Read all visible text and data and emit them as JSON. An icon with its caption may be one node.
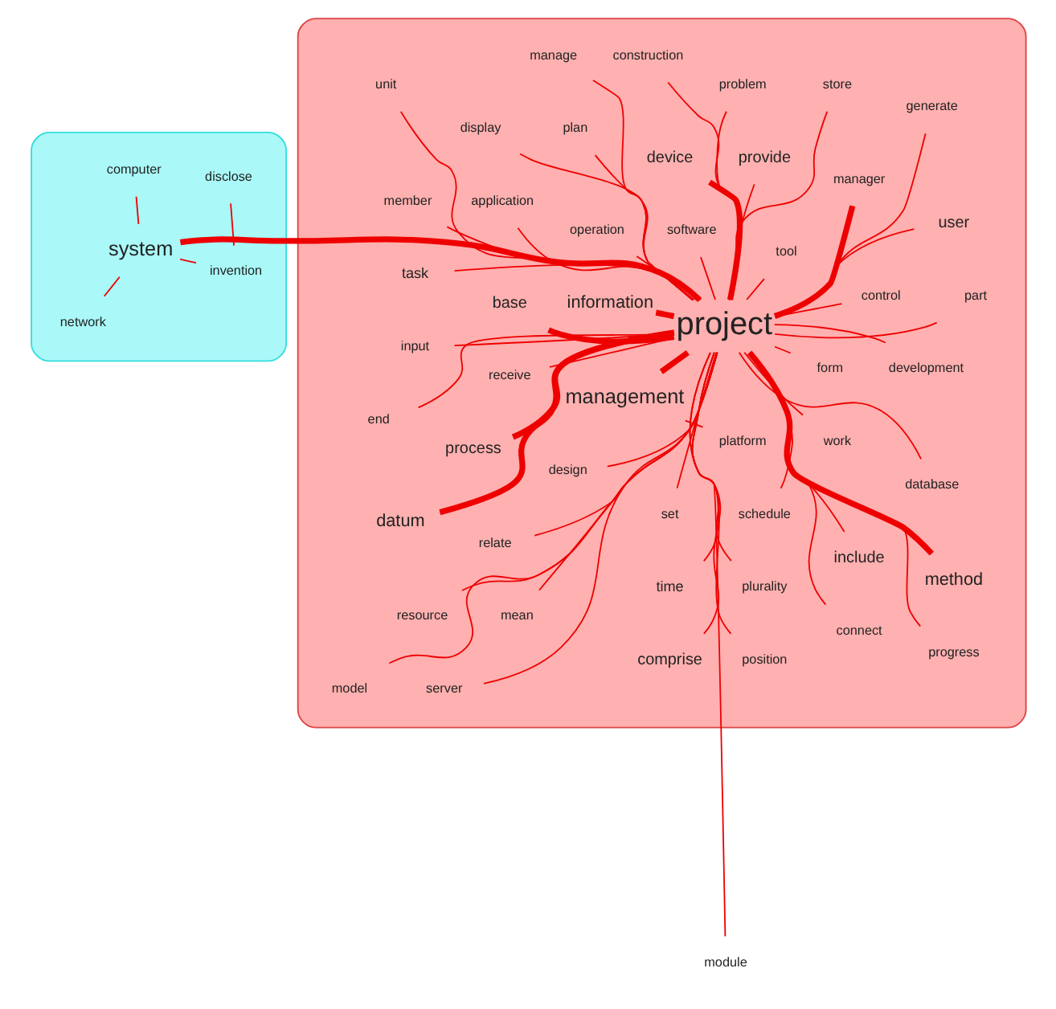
{
  "diagram": {
    "nodes": [
      {
        "text": [],
        "shape": "cloud"
      },
      {
        "text": [
          "disclose"
        ],
        "in": 0
      },
      {
        "text": [
          "invention"
        ],
        "in": 0
      },
      {
        "text": [
          "module"
        ]
      },
      {
        "text": [
          "computer"
        ],
        "in": 0
      },
      {
        "text": [
          "system"
        ],
        "in": 0
      },
      {
        "text": [
          "network"
        ],
        "in": 0
      },
      {
        "text": [],
        "shape": "cloud"
      },
      {
        "text": [
          "platform"
        ],
        "in": 7
      },
      {
        "text": [
          "management"
        ],
        "in": 7
      },
      {
        "text": [
          "design"
        ],
        "in": 7
      },
      {
        "text": [
          "tool"
        ],
        "in": 7
      },
      {
        "text": [
          "software"
        ],
        "in": 7
      },
      {
        "text": [
          "operation"
        ],
        "in": 7
      },
      {
        "text": [
          "set"
        ],
        "in": 7
      },
      {
        "text": [
          "schedule"
        ],
        "in": 7
      },
      {
        "text": [
          "form"
        ],
        "in": 7
      },
      {
        "text": [
          "base"
        ],
        "in": 7
      },
      {
        "text": [
          "receive"
        ],
        "in": 7
      },
      {
        "text": [
          "work"
        ],
        "in": 7
      },
      {
        "text": [
          "application"
        ],
        "in": 7
      },
      {
        "text": [
          "relate"
        ],
        "in": 7
      },
      {
        "text": [
          "information"
        ],
        "in": 7
      },
      {
        "text": [
          "include"
        ],
        "in": 7
      },
      {
        "text": [
          "manager"
        ],
        "in": 7
      },
      {
        "text": [
          "process"
        ],
        "in": 7
      },
      {
        "text": [
          "control"
        ],
        "in": 7
      },
      {
        "text": [
          "provide"
        ],
        "in": 7
      },
      {
        "text": [
          "device"
        ],
        "in": 7
      },
      {
        "text": [
          "time"
        ],
        "in": 7
      },
      {
        "text": [
          "plurality"
        ],
        "in": 7
      },
      {
        "text": [
          "project"
        ],
        "in": 7
      },
      {
        "text": [
          "plan"
        ],
        "in": 7
      },
      {
        "text": [
          "display"
        ],
        "in": 7
      },
      {
        "text": [
          "resource"
        ],
        "in": 7
      },
      {
        "text": [
          "mean"
        ],
        "in": 7
      },
      {
        "text": [
          "development"
        ],
        "in": 7
      },
      {
        "text": [
          "task"
        ],
        "in": 7
      },
      {
        "text": [
          "input"
        ],
        "in": 7
      },
      {
        "text": [
          "connect"
        ],
        "in": 7
      },
      {
        "text": [
          "database"
        ],
        "in": 7
      },
      {
        "text": [
          "generate"
        ],
        "in": 7
      },
      {
        "text": [
          "member"
        ],
        "in": 7
      },
      {
        "text": [
          "datum"
        ],
        "in": 7
      },
      {
        "text": [
          "progress"
        ],
        "in": 7
      },
      {
        "text": [
          "method"
        ],
        "in": 7
      },
      {
        "text": [
          "user"
        ],
        "in": 7
      },
      {
        "text": [
          "store"
        ],
        "in": 7
      },
      {
        "text": [
          "problem"
        ],
        "in": 7
      },
      {
        "text": [
          "unit"
        ],
        "in": 7
      },
      {
        "text": [
          "comprise"
        ],
        "in": 7
      },
      {
        "text": [
          "position"
        ],
        "in": 7
      },
      {
        "text": [
          "end"
        ],
        "in": 7
      },
      {
        "text": [
          "part"
        ],
        "in": 7
      },
      {
        "text": [
          "construction"
        ],
        "in": 7
      },
      {
        "text": [
          "manage"
        ],
        "in": 7
      },
      {
        "text": [
          "model"
        ],
        "in": 7
      },
      {
        "text": [
          "server"
        ],
        "in": 7
      }
    ],
    "edges": [
      {
        "from": 1,
        "to": 2,
        "arrow": "none"
      },
      {
        "from": 2,
        "to": 5,
        "arrow": "none"
      },
      {
        "from": 5,
        "to": 4,
        "arrow": "none"
      },
      {
        "from": 5,
        "to": 6,
        "arrow": "none"
      },
      {
        "from": 8,
        "to": 9,
        "arrow": "none"
      },
      {
        "from": 31,
        "to": 9,
        "arrow": "none",
        "style": "thick"
      },
      {
        "from": 31,
        "to": 5,
        "arrow": "none",
        "style": "thick"
      },
      {
        "from": 31,
        "to": 3,
        "arrow": "none"
      },
      {
        "from": 31,
        "to": 10,
        "arrow": "none"
      },
      {
        "from": 31,
        "to": 11,
        "arrow": "none"
      },
      {
        "from": 31,
        "to": 12,
        "arrow": "none"
      },
      {
        "from": 31,
        "to": 13,
        "arrow": "none"
      },
      {
        "from": 31,
        "to": 14,
        "arrow": "none"
      },
      {
        "from": 31,
        "to": 15,
        "arrow": "none"
      },
      {
        "from": 31,
        "to": 16,
        "arrow": "none"
      },
      {
        "from": 31,
        "to": 17,
        "arrow": "none",
        "style": "thick"
      },
      {
        "from": 31,
        "to": 18,
        "arrow": "none"
      },
      {
        "from": 31,
        "to": 19,
        "arrow": "none"
      },
      {
        "from": 31,
        "to": 20,
        "arrow": "none"
      },
      {
        "from": 31,
        "to": 21,
        "arrow": "none"
      },
      {
        "from": 31,
        "to": 22,
        "arrow": "none",
        "style": "thick"
      },
      {
        "from": 31,
        "to": 23,
        "arrow": "none"
      },
      {
        "from": 31,
        "to": 24,
        "arrow": "none",
        "style": "thick"
      },
      {
        "from": 31,
        "to": 25,
        "arrow": "none",
        "style": "thick"
      },
      {
        "from": 31,
        "to": 26,
        "arrow": "none"
      },
      {
        "from": 31,
        "to": 27,
        "arrow": "none"
      },
      {
        "from": 31,
        "to": 28,
        "arrow": "none",
        "style": "thick"
      },
      {
        "from": 31,
        "to": 29,
        "arrow": "none"
      },
      {
        "from": 31,
        "to": 30,
        "arrow": "none"
      },
      {
        "from": 31,
        "to": 32,
        "arrow": "none"
      },
      {
        "from": 31,
        "to": 33,
        "arrow": "none"
      },
      {
        "from": 31,
        "to": 34,
        "arrow": "none"
      },
      {
        "from": 31,
        "to": 35,
        "arrow": "none"
      },
      {
        "from": 31,
        "to": 36,
        "arrow": "none"
      },
      {
        "from": 31,
        "to": 37,
        "arrow": "none"
      },
      {
        "from": 31,
        "to": 38,
        "arrow": "none"
      },
      {
        "from": 31,
        "to": 39,
        "arrow": "none"
      },
      {
        "from": 31,
        "to": 40,
        "arrow": "none"
      },
      {
        "from": 31,
        "to": 41,
        "arrow": "none"
      },
      {
        "from": 31,
        "to": 42,
        "arrow": "none"
      },
      {
        "from": 31,
        "to": 43,
        "arrow": "none",
        "style": "thick"
      },
      {
        "from": 31,
        "to": 44,
        "arrow": "none"
      },
      {
        "from": 31,
        "to": 45,
        "arrow": "none",
        "style": "thick"
      },
      {
        "from": 31,
        "to": 46,
        "arrow": "none"
      },
      {
        "from": 31,
        "to": 47,
        "arrow": "none"
      },
      {
        "from": 31,
        "to": 48,
        "arrow": "none"
      },
      {
        "from": 31,
        "to": 49,
        "arrow": "none"
      },
      {
        "from": 31,
        "to": 50,
        "arrow": "none"
      },
      {
        "from": 31,
        "to": 51,
        "arrow": "none"
      },
      {
        "from": 31,
        "to": 52,
        "arrow": "none"
      },
      {
        "from": 31,
        "to": 53,
        "arrow": "none"
      },
      {
        "from": 31,
        "to": 54,
        "arrow": "none"
      },
      {
        "from": 31,
        "to": 55,
        "arrow": "none"
      },
      {
        "from": 31,
        "to": 56,
        "arrow": "none"
      },
      {
        "from": 31,
        "to": 57,
        "arrow": "none"
      }
    ]
  }
}
